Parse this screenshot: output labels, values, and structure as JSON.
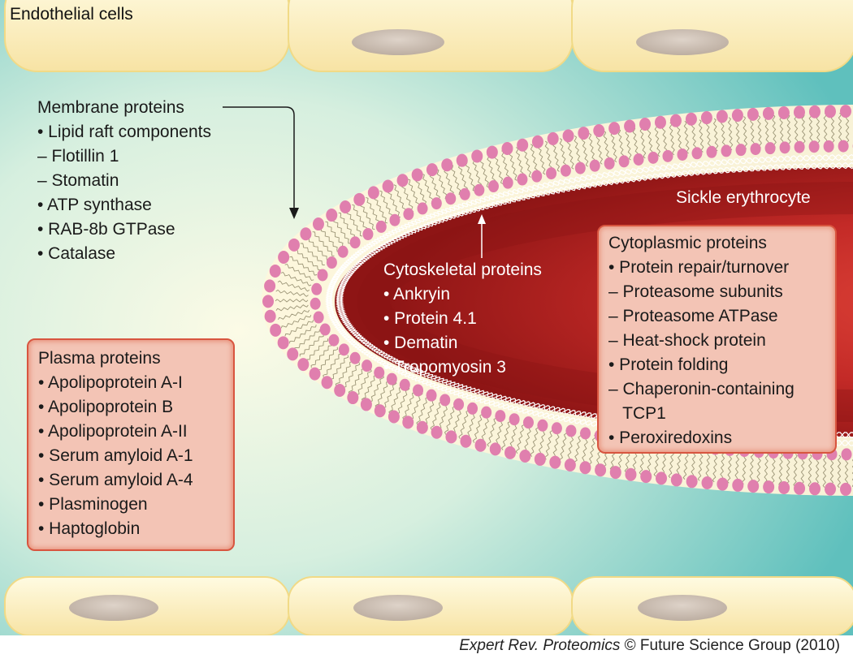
{
  "endothelial_label": "Endothelial cells",
  "sickle_label": "Sickle erythrocyte",
  "membrane": {
    "title": "Membrane proteins",
    "items": [
      "• Lipid raft components",
      "– Flotillin 1",
      "– Stomatin",
      "• ATP synthase",
      "• RAB-8b GTPase",
      "• Catalase"
    ]
  },
  "cytoskeletal": {
    "title": "Cytoskeletal proteins",
    "items": [
      "• Ankryin",
      "• Protein 4.1",
      "• Dematin",
      "• Tropomyosin 3"
    ]
  },
  "cytoplasmic": {
    "title": "Cytoplasmic proteins",
    "items": [
      "• Protein repair/turnover",
      "– Proteasome subunits",
      "– Proteasome ATPase",
      "– Heat-shock protein",
      "• Protein folding",
      "– Chaperonin-containing",
      "   TCP1",
      "• Peroxiredoxins"
    ]
  },
  "plasma": {
    "title": "Plasma proteins",
    "items": [
      "• Apolipoprotein A-I",
      "• Apolipoprotein B",
      "• Apolipoprotein A-II",
      "• Serum amyloid A-1",
      "• Serum amyloid A-4",
      "• Plasminogen",
      "• Haptoglobin"
    ]
  },
  "credit": {
    "journal": "Expert Rev. Proteomics",
    "rest": " © Future Science Group (2010)"
  },
  "colors": {
    "vessel_bg": "#7ccfc9",
    "endothelium": "#fbeebd",
    "nucleus": "#c9bcb0",
    "phospholipid_head": "#e07fae",
    "cell_interior": "#a81d1d",
    "box_fill": "#f3c4b5",
    "box_border": "#d8553f"
  }
}
